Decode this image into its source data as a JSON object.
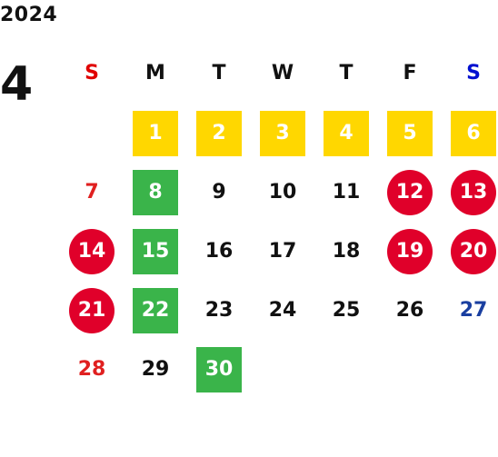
{
  "year": "2024",
  "month": "4",
  "weekdays": [
    {
      "label": "S",
      "color": "red"
    },
    {
      "label": "M",
      "color": "black"
    },
    {
      "label": "T",
      "color": "black"
    },
    {
      "label": "W",
      "color": "black"
    },
    {
      "label": "T",
      "color": "black"
    },
    {
      "label": "F",
      "color": "black"
    },
    {
      "label": "S",
      "color": "blue"
    }
  ],
  "colors": {
    "yellow": "#FFD700",
    "green": "#3AB44A",
    "red": "#E0002A",
    "sunday_text": "#E02020",
    "saturday_text": "#1A3FA0"
  },
  "first_weekday_index": 1,
  "days": [
    {
      "day": "1",
      "style": "yellow"
    },
    {
      "day": "2",
      "style": "yellow"
    },
    {
      "day": "3",
      "style": "yellow"
    },
    {
      "day": "4",
      "style": "yellow"
    },
    {
      "day": "5",
      "style": "yellow"
    },
    {
      "day": "6",
      "style": "yellow"
    },
    {
      "day": "7",
      "style": "red-text"
    },
    {
      "day": "8",
      "style": "green"
    },
    {
      "day": "9",
      "style": "plain"
    },
    {
      "day": "10",
      "style": "plain"
    },
    {
      "day": "11",
      "style": "plain"
    },
    {
      "day": "12",
      "style": "red"
    },
    {
      "day": "13",
      "style": "red"
    },
    {
      "day": "14",
      "style": "red"
    },
    {
      "day": "15",
      "style": "green"
    },
    {
      "day": "16",
      "style": "plain"
    },
    {
      "day": "17",
      "style": "plain"
    },
    {
      "day": "18",
      "style": "plain"
    },
    {
      "day": "19",
      "style": "red"
    },
    {
      "day": "20",
      "style": "red"
    },
    {
      "day": "21",
      "style": "red"
    },
    {
      "day": "22",
      "style": "green"
    },
    {
      "day": "23",
      "style": "plain"
    },
    {
      "day": "24",
      "style": "plain"
    },
    {
      "day": "25",
      "style": "plain"
    },
    {
      "day": "26",
      "style": "plain"
    },
    {
      "day": "27",
      "style": "blue-text"
    },
    {
      "day": "28",
      "style": "red-text"
    },
    {
      "day": "29",
      "style": "plain"
    },
    {
      "day": "30",
      "style": "green"
    }
  ]
}
